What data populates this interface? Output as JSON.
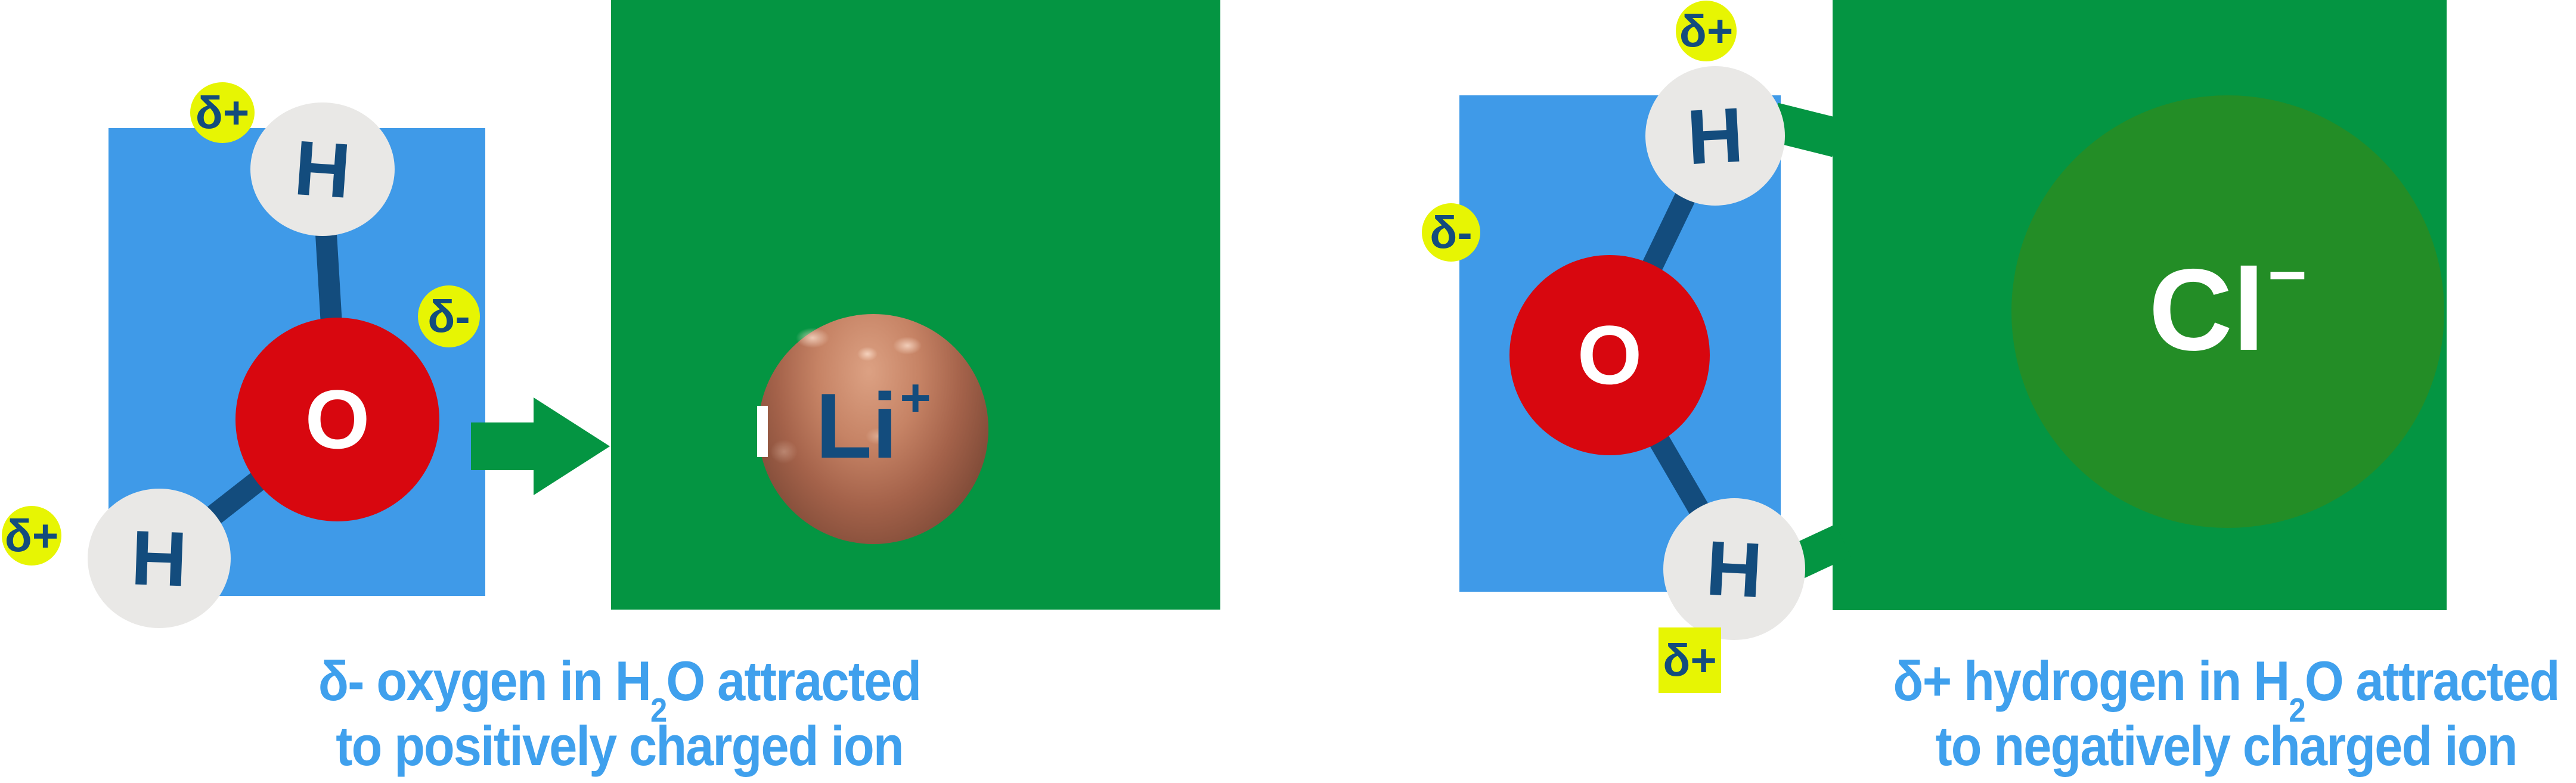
{
  "title": "Water molecule attraction to ions diagram",
  "colors": {
    "blue-square": "#3F9AE8",
    "caption-blue": "#3FA0ED",
    "red": "#D8070F",
    "navy": "#134C7D",
    "badge-yellow": "#E7F503",
    "green": "#049542",
    "dark-green": "#238D26",
    "atom-gray": "#E9E8E6",
    "sphere-light": "#DCA183",
    "sphere-dark": "#66392B",
    "white": "#FFFFFF"
  },
  "left_panel": {
    "molecule": {
      "atom_top": "H",
      "atom_center": "O",
      "atom_bottom": "H",
      "badge_top": "δ+",
      "badge_center": "δ-",
      "badge_bottom": "δ+"
    },
    "ion": {
      "symbol": "Li",
      "charge": "+"
    },
    "caption": {
      "line1_pre": "δ- oxygen in H",
      "line1_sub": "2",
      "line1_post": "O attracted",
      "line2": "to positively charged ion"
    }
  },
  "right_panel": {
    "molecule": {
      "atom_top": "H",
      "atom_center": "O",
      "atom_bottom": "H",
      "badge_top": "δ+",
      "badge_left": "δ-",
      "badge_bottom": "δ+"
    },
    "ion": {
      "symbol": "Cl",
      "charge": "−"
    },
    "caption": {
      "line1_pre": "δ+ hydrogen in H",
      "line1_sub": "2",
      "line1_post": "O attracted",
      "line2": "to negatively charged ion"
    }
  }
}
